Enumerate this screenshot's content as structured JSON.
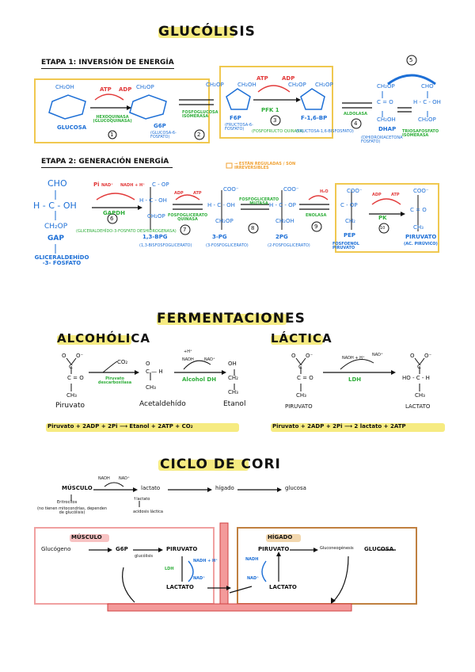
{
  "glucolisis": {
    "title": "GLUCÓLISIS",
    "etapa1": "ETAPA 1: INVERSIÓN DE ENERGÍA",
    "etapa2": "ETAPA 2: GENERACIÓN ENERGÍA",
    "regulated_note": "→ ESTÁN REGULADAS / SON IRREVERSIBLES",
    "stage1": {
      "glucosa": "GLUCOSA",
      "g6p": "G6P",
      "g6p_sub": "(GLUCOSA-6-FOSFATO)",
      "hexoquinasa": "HEXOQUINASA (GLUCOQUINASA)",
      "atp": "ATP",
      "adp": "ADP",
      "step1": "1",
      "fosfoglucosa": "FOSFOGLUCOSA ISOMERASA",
      "step2": "2",
      "f6p": "F6P",
      "f6p_sub": "(FRUCTOSA-6-FOSFATO)",
      "pfk": "PFK 1",
      "pfk_sub": "(FOSFOFRUCTO QUINASA)",
      "step3": "3",
      "f16bp": "F-1,6-BP",
      "f16bp_sub": "(FRUCTOSA-1,6-BISFOSFATO)",
      "aldolasa": "ALDOLASA",
      "step4": "4",
      "dhap": "DHAP",
      "dhap_sub": "(DIHIDROXIACETONA FOSFATO)",
      "step5": "5",
      "triosa": "TRIOSAFOSFATO ISOMERASA",
      "ch2op": "CH₂OP",
      "cho": "CHO",
      "co": "C = O",
      "ch2oh": "CH₂OH",
      "hcoh": "H - C - OH",
      "ch2op2": "CH₂OP"
    },
    "stage2": {
      "cho": "CHO",
      "hcoh": "H - C - OH",
      "ch2op": "CH₂OP",
      "gap": "GAP",
      "gap_full": "GLICERALDEHÍDO -3- FOSFATO",
      "pi": "Pi",
      "nad": "NAD⁺",
      "nadh": "NADH + H⁺",
      "gapdh": "GAPDH",
      "gapdh_sub": "(GLICERALDEHÍDO-3-FOSFATO DESHIDROGENASA)",
      "step6": "6",
      "bpg": "1,3-BPG",
      "bpg_sub": "(1,3-BISFOSFOGLICERATO)",
      "adp": "ADP",
      "atp": "ATP",
      "pgk": "FOSFOGLICERATO QUINASA",
      "step7": "7",
      "pg3": "3-PG",
      "pg3_sub": "(3-FOSFOGLICERATO)",
      "mutasa": "FOSFOGLICERATO MUTASA",
      "step8": "8",
      "pg2": "2PG",
      "pg2_sub": "(2-FOSFOGLICERATO)",
      "h2o": "H₂O",
      "enolasa": "ENOLASA",
      "step9": "9",
      "pep": "PEP",
      "pep_full": "FOSFOENOL PIRUVATO",
      "pk": "PK",
      "step10": "10",
      "piruvato": "PIRUVATO",
      "piruvato_sub": "(AC. PIRÚVICO)",
      "coo": "COO⁻",
      "cop": "C - OP",
      "ch2": "CH₂",
      "co": "C = O",
      "ch3": "CH₃",
      "c_op": "C - OP",
      "hcop": "H - C - OP",
      "ch2oh": "CH₂OH",
      "c_op_top": "C - OP"
    }
  },
  "fermentaciones": {
    "title": "FERMENTACIONES",
    "alcoholica": {
      "title": "ALCOHÓLICA",
      "co2": "CO₂",
      "nadh": "NADH",
      "h": "+H⁺",
      "nad": "NAD⁺",
      "decarb": "Piruvato descarboxilasa",
      "alcohol_dh": "Alcohol DH",
      "piruvato": "Piruvato",
      "acetaldehido": "Acetaldehído",
      "etanol": "Etanol",
      "equation": "Piruvato + 2ADP + 2Pi ⟶ Etanol + 2ATP + CO₂",
      "o": "O",
      "o_minus": "O⁻",
      "c": "C",
      "co": "C = O",
      "ch3": "CH₃",
      "c_h": "C — H",
      "oh": "OH",
      "ch2": "CH₂"
    },
    "lactica": {
      "title": "LÁCTICA",
      "nadh": "NADH + H⁺",
      "nad": "NAD⁺",
      "ldh": "LDH",
      "piruvato": "PIRUVATO",
      "lactato": "LACTATO",
      "equation": "Piruvato + 2ADP + 2Pi ⟶ 2 lactato + 2ATP",
      "o": "O",
      "o_minus": "O⁻",
      "c": "C",
      "co": "C = O",
      "ch3": "CH₃",
      "hoch": "HO - C - H"
    }
  },
  "cori": {
    "title": "CICLO DE CORI",
    "musculo": "MÚSCULO",
    "nadh": "NADH",
    "nad": "NAD⁺",
    "lactato": "lactato",
    "higado": "hígado",
    "glucosa": "glucosa",
    "eritrocitos": "Eritrocitos",
    "eritro_note": "(no tienen mitocondrias, dependen de glucólisis)",
    "up_lactato": "↑lactato",
    "acidosis": "acidosis láctica",
    "box_musculo": {
      "title": "MÚSCULO",
      "glucogeno": "Glucógeno",
      "g6p": "G6P",
      "glucolisis": "glucólisis",
      "piruvato": "PIRUVATO",
      "ldh": "LDH",
      "nadh": "NADH + H⁺",
      "nad": "NAD⁺",
      "lactato": "LACTATO"
    },
    "box_higado": {
      "title": "HÍGADO",
      "piruvato": "PIRUVATO",
      "gluconeo": "Gluconeogénesis",
      "glucosa": "GLUCOSA",
      "nadh": "NADH",
      "nad": "NAD⁺",
      "lactato": "LACTATO"
    }
  }
}
